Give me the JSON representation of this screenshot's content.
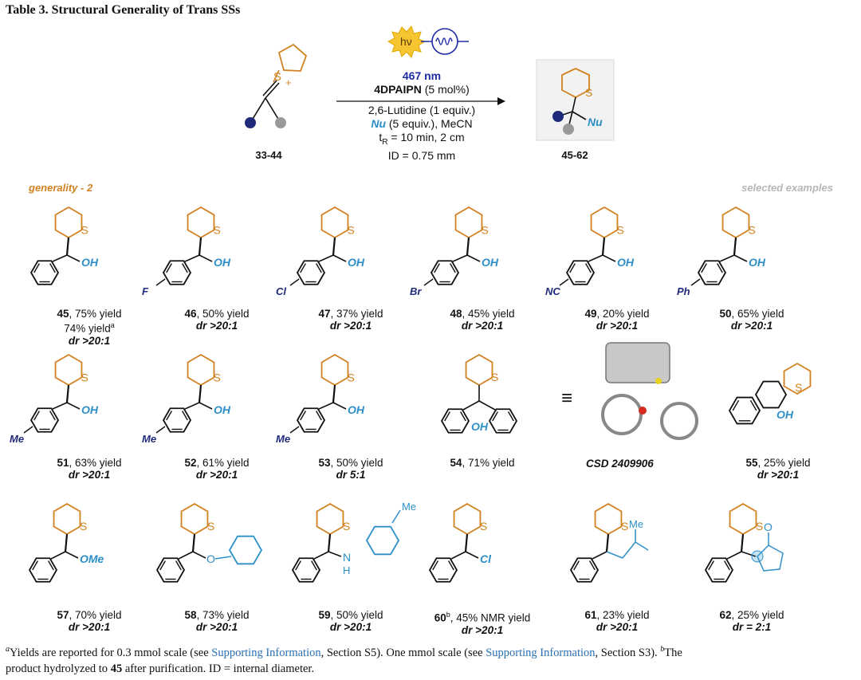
{
  "title": "Table 3. Structural Generality of Trans SSs",
  "scheme": {
    "hv": "hν",
    "wavelength": "467 nm",
    "catalyst": "4DPAIPN",
    "catalyst_loading": " (5 mol%)",
    "base": "2,6-Lutidine (1 equiv.)",
    "nu": "Nu",
    "nu_rest": " (5 equiv.), MeCN",
    "tr_prefix": "t",
    "tr_sub": "R",
    "tr_rest": " = 10 min, 2 cm",
    "id": "ID = 0.75 mm",
    "start_label": "33-44",
    "product_label": "45-62",
    "s_plus": "S",
    "plus": "+",
    "product_s": "S",
    "product_nu": "Nu"
  },
  "sections": {
    "left": "generality - 2",
    "right": "selected examples"
  },
  "compounds": [
    {
      "num": "45",
      "yield": ", 75% yield",
      "extra": "74% yield",
      "extra_sup": "a",
      "dr": "dr >20:1",
      "sub": "",
      "group": "OH"
    },
    {
      "num": "46",
      "yield": ", 50% yield",
      "dr": "dr >20:1",
      "sub": "F",
      "group": "OH"
    },
    {
      "num": "47",
      "yield": ", 37% yield",
      "dr": "dr >20:1",
      "sub": "Cl",
      "group": "OH"
    },
    {
      "num": "48",
      "yield": ", 45% yield",
      "dr": "dr >20:1",
      "sub": "Br",
      "group": "OH"
    },
    {
      "num": "49",
      "yield": ", 20% yield",
      "dr": "dr >20:1",
      "sub": "NC",
      "group": "OH"
    },
    {
      "num": "50",
      "yield": ", 65% yield",
      "dr": "dr >20:1",
      "sub": "Ph",
      "group": "OH"
    },
    {
      "num": "51",
      "yield": ", 63% yield",
      "dr": "dr >20:1",
      "sub": "Me",
      "group": "OH"
    },
    {
      "num": "52",
      "yield": ", 61% yield",
      "dr": "dr >20:1",
      "sub": "Me",
      "group": "OH"
    },
    {
      "num": "53",
      "yield": ", 50% yield",
      "dr": "dr 5:1",
      "sub": "Me",
      "group": "OH"
    },
    {
      "num": "54",
      "yield": ", 71% yield",
      "dr": "",
      "sub": "",
      "group": "OH"
    },
    {
      "num": "55",
      "yield": ", 25% yield",
      "dr": "dr >20:1",
      "sub": "",
      "group": "OH"
    },
    {
      "num": "57",
      "yield": ", 70% yield",
      "dr": "dr >20:1",
      "sub": "",
      "group": "OMe"
    },
    {
      "num": "58",
      "yield": ", 73% yield",
      "dr": "dr >20:1",
      "sub": "",
      "group": "O"
    },
    {
      "num": "59",
      "yield": ", 50% yield",
      "dr": "dr >20:1",
      "sub": "Me",
      "group": "N",
      "group2": "H"
    },
    {
      "num": "60",
      "num_sup": "b",
      "yield": ", 45% NMR yield",
      "dr": "dr >20:1",
      "sub": "",
      "group": "Cl"
    },
    {
      "num": "61",
      "yield": ", 23% yield",
      "dr": "dr >20:1",
      "sub": "Me",
      "group": ""
    },
    {
      "num": "62",
      "yield": ", 25% yield",
      "dr": "dr = 2:1",
      "sub": "",
      "group": "O"
    }
  ],
  "crystal": {
    "equiv": "≡",
    "label": "CSD 2409906"
  },
  "footnote": {
    "a_sup": "a",
    "a_text": "Yields are reported for 0.3 mmol scale (see ",
    "link1": "Supporting Information",
    "a_text2": ", Section S5). One mmol scale (see ",
    "link2": "Supporting Information",
    "a_text3": ", Section S3). ",
    "b_sup": "b",
    "b_text": "The",
    "line2a": "product hydrolyzed to ",
    "line2b": "45",
    "line2c": " after purification. ID = internal diameter."
  },
  "colors": {
    "orange": "#d1811f",
    "navy": "#1f2a7a",
    "blue": "#2d8fc8",
    "gray": "#9a9a9a"
  }
}
